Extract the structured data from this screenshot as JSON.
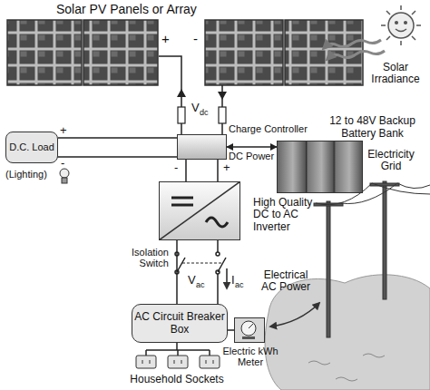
{
  "diagram": {
    "title": "Solar PV Panels or Array",
    "nodes": [
      {
        "text": [
          "D.C. Load"
        ]
      },
      {
        "text": [
          "Charge Controller"
        ]
      },
      {
        "text": [
          "12 to 48V Backup Battery Bank"
        ]
      },
      {
        "text": [
          "High Quality DC to AC Inverter"
        ]
      },
      {
        "text": [
          "AC Circuit Breaker Box"
        ]
      },
      {
        "text": [
          "Electric kWh Meter"
        ]
      }
    ],
    "edges": [
      {
        "from": 0,
        "to": 1,
        "arrow": "none"
      },
      {
        "from": 1,
        "to": 2,
        "label": "DC Power",
        "arrow": "both"
      },
      {
        "from": 1,
        "to": 3,
        "arrow": "none"
      },
      {
        "from": 3,
        "to": 4,
        "arrow": "none"
      },
      {
        "from": 4,
        "to": 5,
        "arrow": "none"
      }
    ],
    "labels": [
      "+",
      "-",
      "Solar Irradiance",
      "V",
      "dc",
      "+",
      "-",
      "-",
      "+",
      "(Lighting)",
      "Isolation Switch",
      "I",
      "ac",
      "V",
      "ac",
      "Electricity Grid",
      "Electrical AC Power",
      "Household Sockets"
    ]
  }
}
